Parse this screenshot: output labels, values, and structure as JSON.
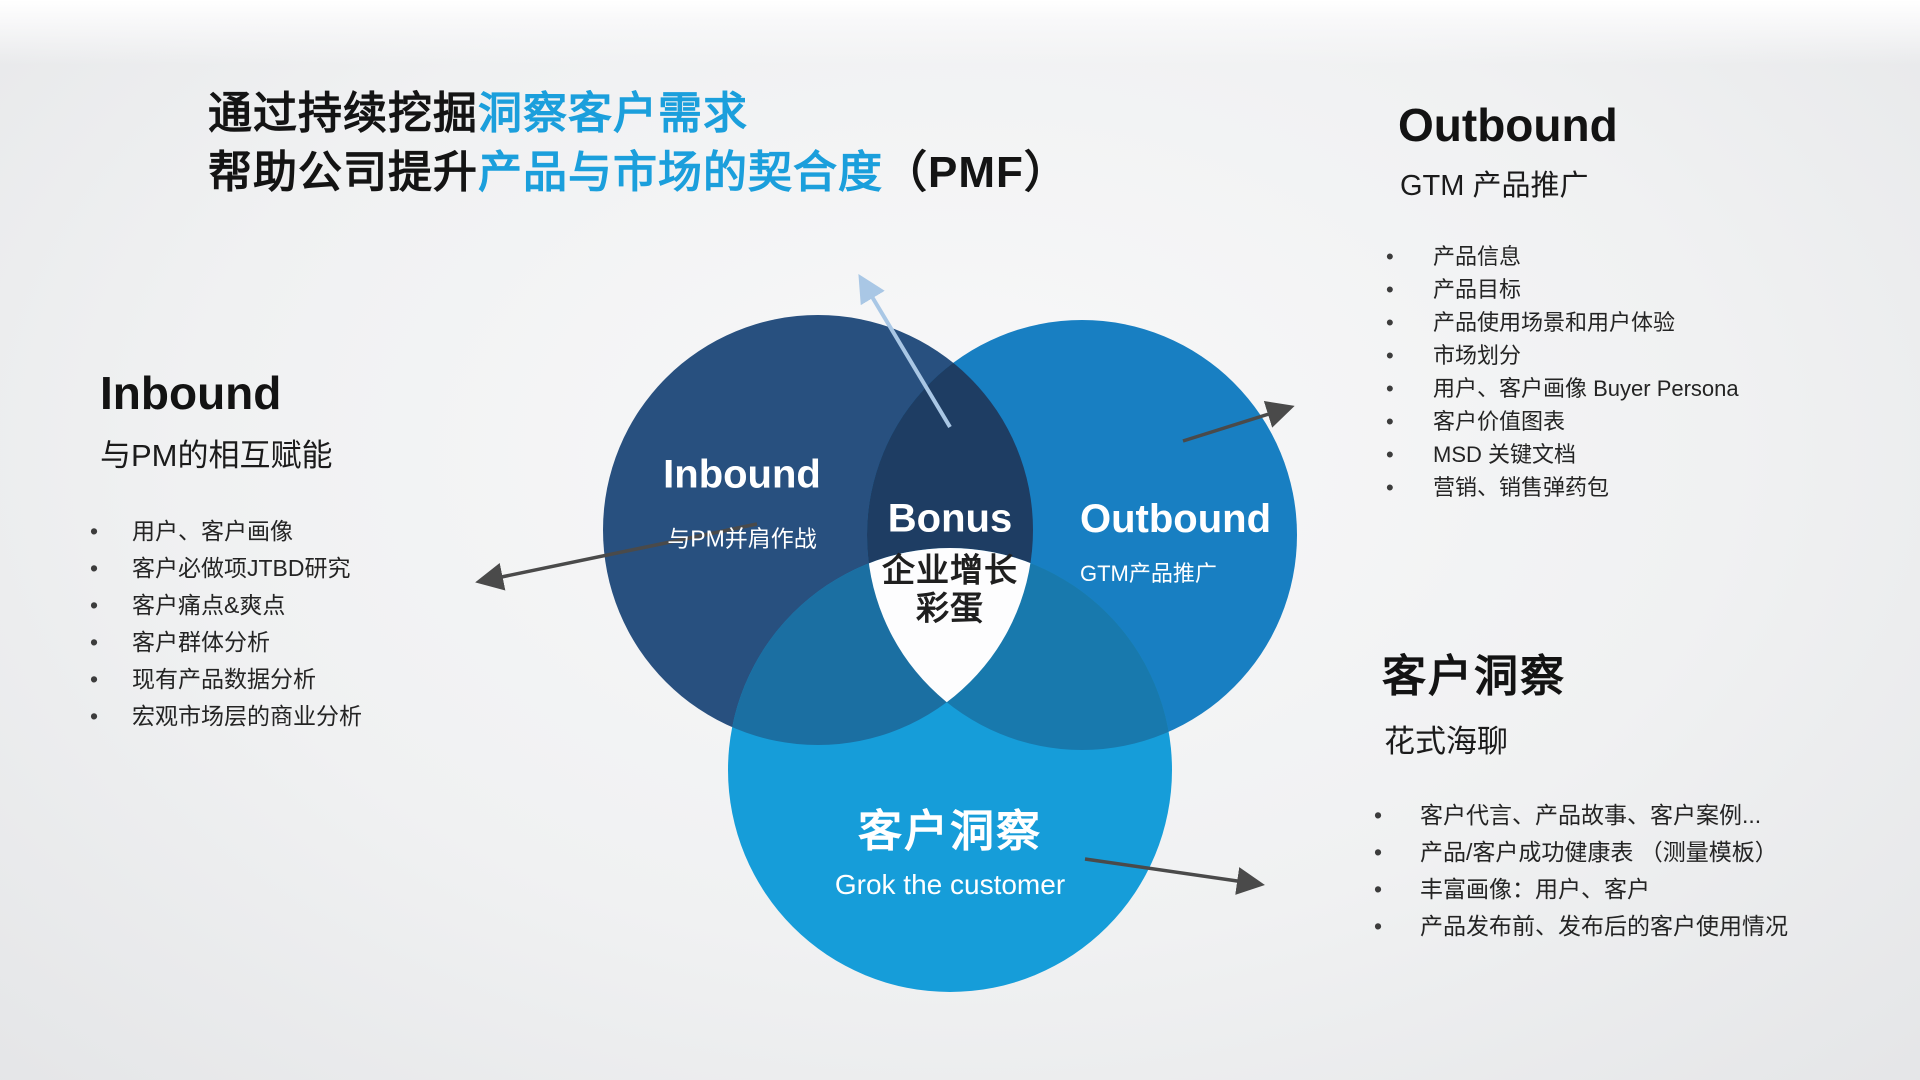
{
  "title": {
    "line1_black": "通过持续挖掘",
    "line1_blue": "洞察客户需求",
    "line2_black": "帮助公司提升",
    "line2_blue": "产品与市场的契合度",
    "line2_suffix": "（PMF）"
  },
  "glyphs": {
    "bullet": "•"
  },
  "colors": {
    "accent": "#1b9fdc",
    "circle_inbound": "#28507f",
    "circle_outbound": "#187fc2",
    "circle_insight": "#169dd9",
    "overlap_in_out": "#1e3d63",
    "overlap_in_insight": "#1b6fa2",
    "overlap_out_insight": "#1879ad",
    "center_white": "#fdfdfe",
    "arrow_gray": "#4a4a4a",
    "arrow_light": "#a9c7e5"
  },
  "venn": {
    "inbound": {
      "label": "Inbound",
      "sublabel": "与PM并肩作战"
    },
    "outbound": {
      "label": "Outbound",
      "sublabel": "GTM产品推广"
    },
    "insight": {
      "label": "客户洞察",
      "sublabel": "Grok the customer"
    },
    "center": {
      "label": "Bonus",
      "line1": "企业增长",
      "line2": "彩蛋"
    }
  },
  "panels": {
    "inbound": {
      "heading": "Inbound",
      "subheading": "与PM的相互赋能",
      "items": [
        "用户、客户画像",
        "客户必做项JTBD研究",
        "客户痛点&爽点",
        "客户群体分析",
        "现有产品数据分析",
        "宏观市场层的商业分析"
      ]
    },
    "outbound": {
      "heading": "Outbound",
      "subheading": "GTM 产品推广",
      "items": [
        "产品信息",
        "产品目标",
        "产品使用场景和用户体验",
        "市场划分",
        "用户、客户画像 Buyer Persona",
        "客户价值图表",
        "MSD 关键文档",
        "营销、销售弹药包"
      ]
    },
    "insight": {
      "heading": "客户洞察",
      "subheading": "花式海聊",
      "items": [
        "客户代言、产品故事、客户案例...",
        "产品/客户成功健康表 （测量模板）",
        "丰富画像：用户、客户",
        "产品发布前、发布后的客户使用情况"
      ]
    }
  }
}
